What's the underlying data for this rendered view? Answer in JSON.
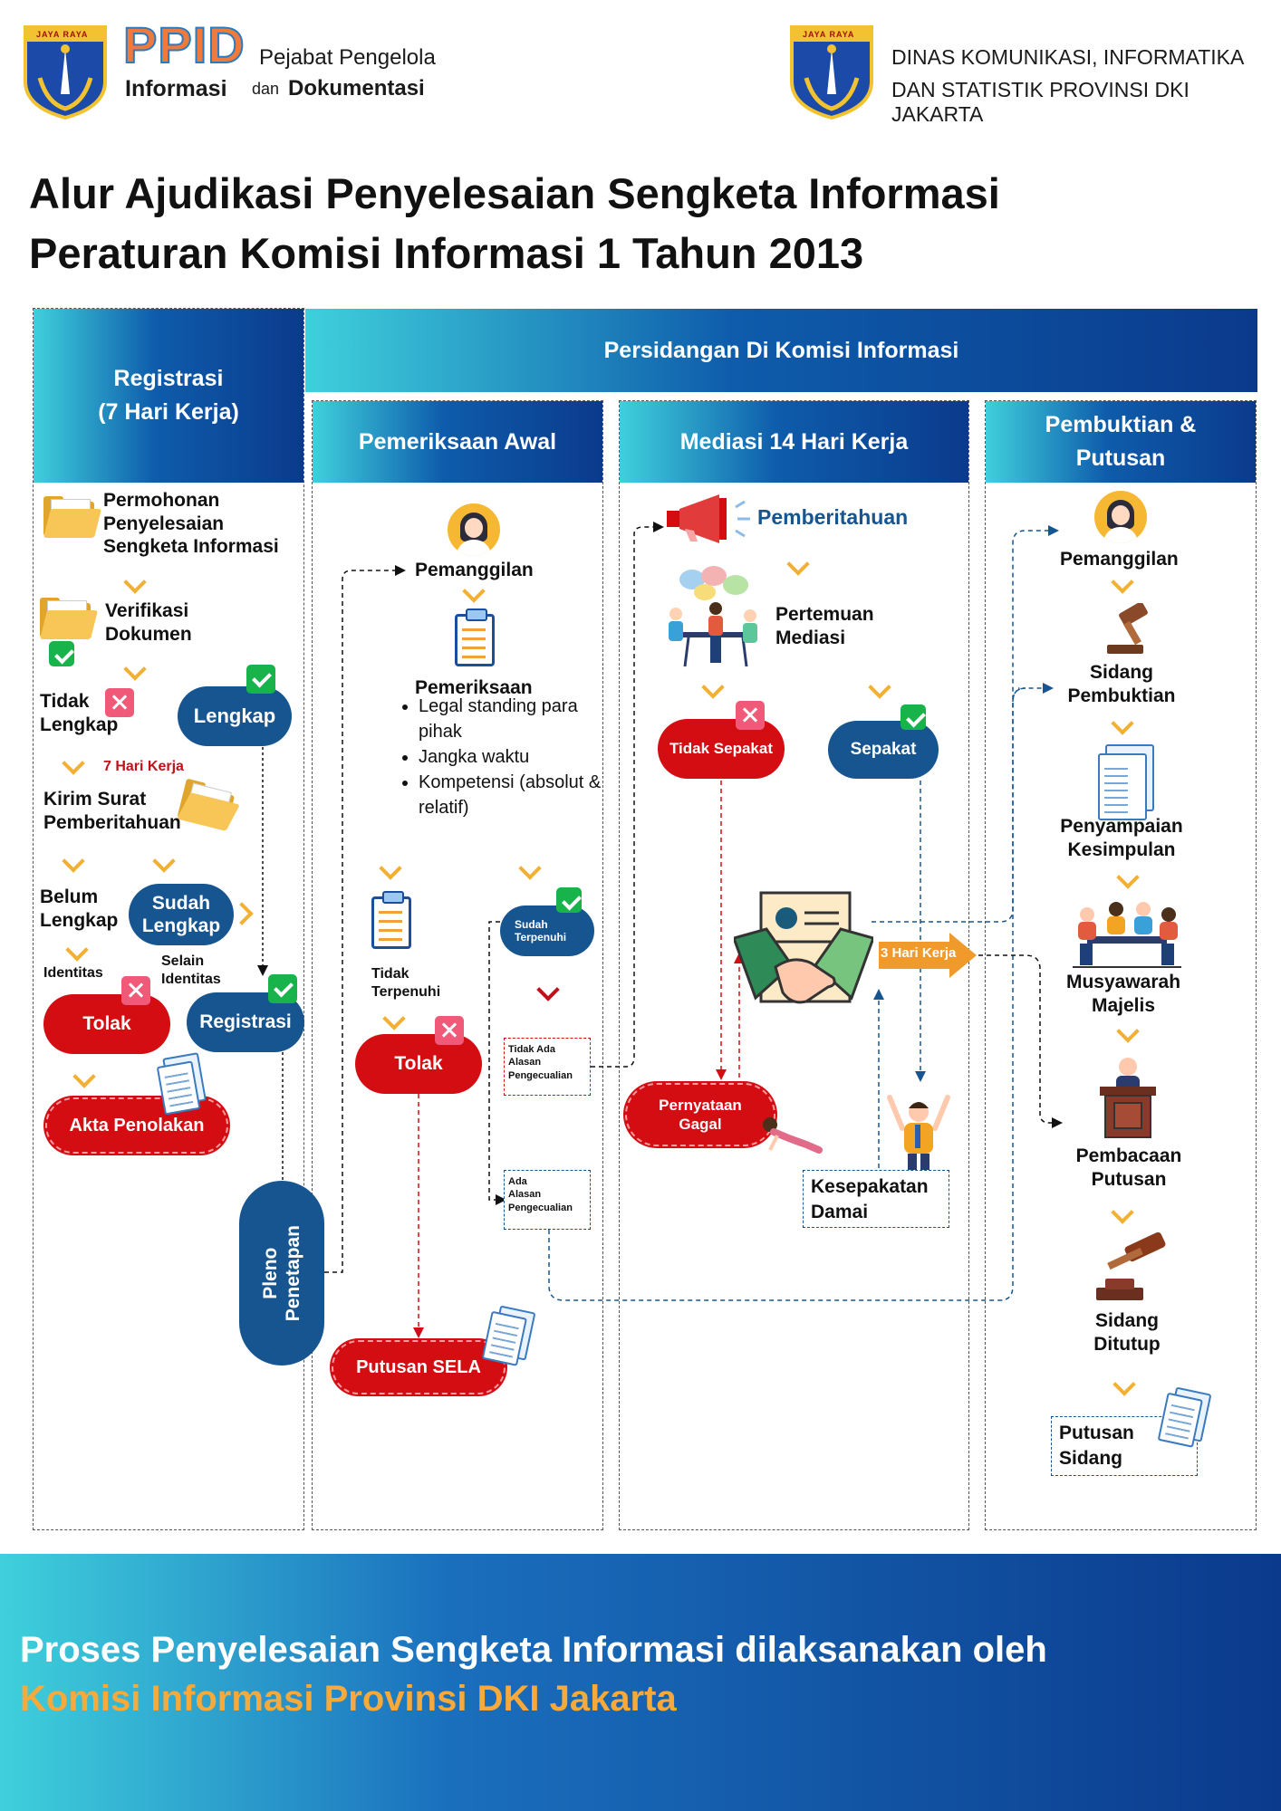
{
  "header": {
    "ppid": "PPID",
    "informasi": "Informasi",
    "pejabat": "Pejabat Pengelola",
    "dan": "dan",
    "dokumentasi": "Dokumentasi",
    "dinas_line1": "DINAS KOMUNIKASI, INFORMATIKA",
    "dinas_line2": "DAN STATISTIK PROVINSI DKI JAKARTA",
    "logo_text": "JAYA RAYA"
  },
  "title": {
    "line1": "Alur Ajudikasi Penyelesaian Sengketa Informasi",
    "line2": "Peraturan Komisi Informasi 1 Tahun 2013"
  },
  "colors": {
    "red": "#d40d12",
    "blue": "#175590",
    "orange": "#f2b035",
    "navy": "#0b3a8c",
    "cyan": "#3fd0dc"
  },
  "registrasi": {
    "header_line1": "Registrasi",
    "header_line2": "(7 Hari Kerja)",
    "permohonan": [
      "Permohonan",
      "Penyelesaian",
      "Sengketa Informasi"
    ],
    "verifikasi": [
      "Verifikasi",
      "Dokumen"
    ],
    "tidak_lengkap": [
      "Tidak",
      "Lengkap"
    ],
    "lengkap": "Lengkap",
    "hari_kerja": "7 Hari Kerja",
    "kirim_surat": [
      "Kirim Surat",
      "Pemberitahuan"
    ],
    "belum_lengkap": [
      "Belum",
      "Lengkap"
    ],
    "sudah_lengkap": [
      "Sudah",
      "Lengkap"
    ],
    "identitas": "Identitas",
    "selain_identitas": [
      "Selain",
      "Identitas"
    ],
    "tolak": "Tolak",
    "registrasi": "Registrasi",
    "akta": "Akta Penolakan",
    "pleno": [
      "Pleno",
      "Penetapan"
    ]
  },
  "persidangan": {
    "header": "Persidangan Di Komisi Informasi"
  },
  "pemeriksaan": {
    "header": "Pemeriksaan Awal",
    "pemanggilan": "Pemanggilan",
    "pemeriksaan": "Pemeriksaan",
    "bullets": [
      "Legal standing para pihak",
      "Jangka waktu",
      "Kompetensi (absolut & relatif)"
    ],
    "tidak_terpenuhi": [
      "Tidak",
      "Terpenuhi"
    ],
    "sudah_terpenuhi": [
      "Sudah",
      "Terpenuhi"
    ],
    "tolak": "Tolak",
    "tidak_ada_alasan": [
      "Tidak Ada",
      "Alasan",
      "Pengecualian"
    ],
    "ada_alasan": [
      "Ada",
      "Alasan",
      "Pengecualian"
    ],
    "putusan_sela": "Putusan SELA"
  },
  "mediasi": {
    "header": "Mediasi 14 Hari Kerja",
    "pemberitahuan": "Pemberitahuan",
    "pertemuan": [
      "Pertemuan",
      "Mediasi"
    ],
    "tidak_sepakat": "Tidak Sepakat",
    "sepakat": "Sepakat",
    "hari_kerja": "3 Hari Kerja",
    "pernyataan_gagal": [
      "Pernyataan",
      "Gagal"
    ],
    "kesepakatan_damai": [
      "Kesepakatan",
      "Damai"
    ]
  },
  "pembuktian": {
    "header_line1": "Pembuktian &",
    "header_line2": "Putusan",
    "pemanggilan": "Pemanggilan",
    "sidang_pembuktian": [
      "Sidang",
      "Pembuktian"
    ],
    "penyampaian": [
      "Penyampaian",
      "Kesimpulan"
    ],
    "musyawarah": [
      "Musyawarah",
      "Majelis"
    ],
    "pembacaan": [
      "Pembacaan",
      "Putusan"
    ],
    "sidang_ditutup": [
      "Sidang",
      "Ditutup"
    ],
    "putusan_sidang": [
      "Putusan",
      "Sidang"
    ]
  },
  "footer": {
    "line1": "Proses Penyelesaian Sengketa Informasi dilaksanakan oleh",
    "line2": "Komisi Informasi Provinsi DKI Jakarta"
  }
}
